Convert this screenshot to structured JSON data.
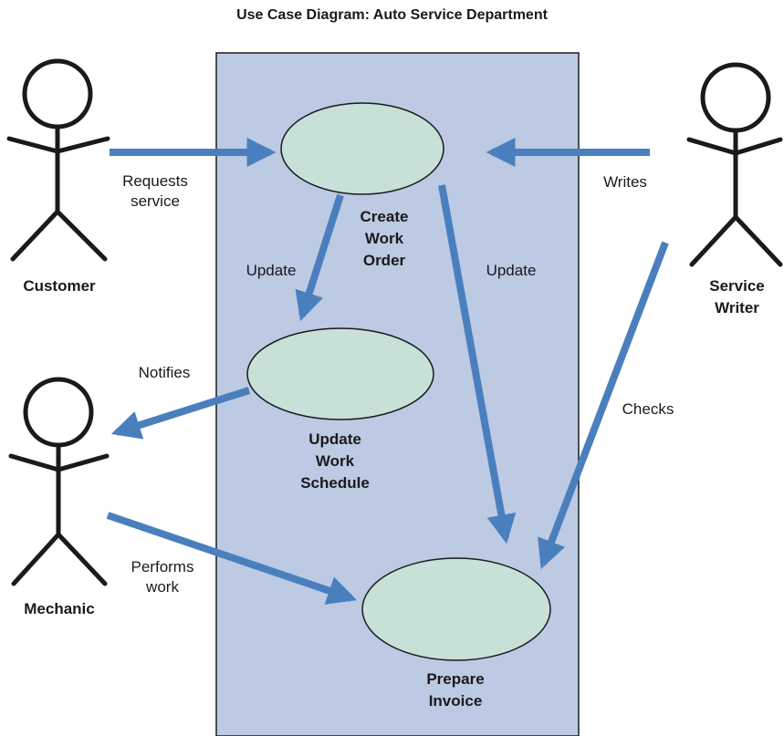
{
  "title": "Use Case Diagram: Auto Service Department",
  "colors": {
    "system_fill": "#bccae3",
    "use_case_fill": "#c7e0d8",
    "arrow": "#4a7fbe",
    "stroke": "#1a1a1a"
  },
  "actors": {
    "customer": "Customer",
    "service_writer": "Service\nWriter",
    "mechanic": "Mechanic"
  },
  "use_cases": {
    "create_work_order": "Create\nWork\nOrder",
    "update_work_schedule": "Update\nWork\nSchedule",
    "prepare_invoice": "Prepare\nInvoice"
  },
  "relations": {
    "requests_service": "Requests\nservice",
    "writes": "Writes",
    "update_schedule": "Update",
    "update_invoice": "Update",
    "notifies": "Notifies",
    "checks": "Checks",
    "performs_work": "Performs\nwork"
  }
}
